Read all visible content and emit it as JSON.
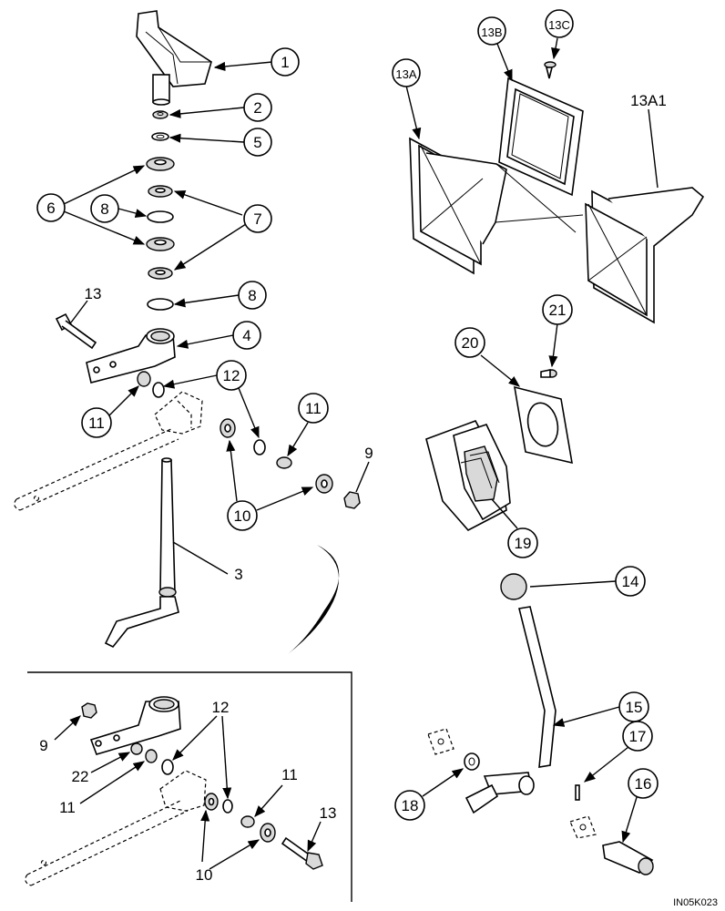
{
  "callouts": {
    "c1": "1",
    "c2": "2",
    "c5": "5",
    "c6": "6",
    "c7": "7",
    "c8a": "8",
    "c8b": "8",
    "c4": "4",
    "c12": "12",
    "c11a": "11",
    "c11b": "11",
    "c9": "9",
    "c10": "10",
    "c3": "3",
    "c13a": "13A",
    "c13b": "13B",
    "c13c": "13C",
    "c20": "20",
    "c21": "21",
    "c19": "19",
    "c14": "14",
    "c15": "15",
    "c17": "17",
    "c16": "16",
    "c18": "18"
  },
  "labels": {
    "l13": "13",
    "l13a1": "13A1",
    "ins9": "9",
    "ins22": "22",
    "ins11a": "11",
    "ins12": "12",
    "ins11b": "11",
    "ins13": "13",
    "ins10": "10"
  },
  "figure_ref": "IN05K023"
}
